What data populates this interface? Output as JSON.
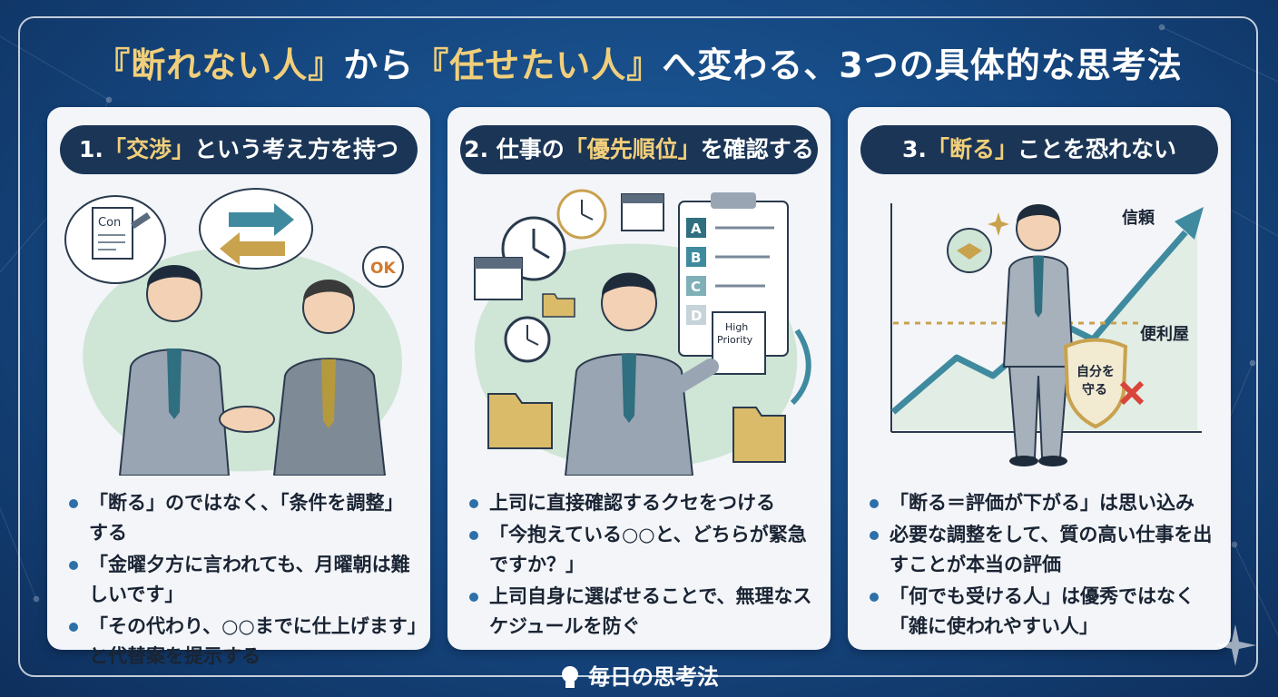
{
  "title": {
    "part1": "『断れない人』",
    "part2": "から",
    "part3": "『任せたい人』",
    "part4": "へ変わる、3つの具体的な思考法"
  },
  "panels": [
    {
      "heading_prefix": "1.",
      "heading_highlight": "「交渉」",
      "heading_suffix": "という考え方を持つ",
      "illustration": {
        "doc_label": "Con",
        "ok_label": "OK"
      },
      "bullets": [
        "「断る」のではなく、「条件を調整」する",
        "「金曜夕方に言われても、月曜朝は難しいです」",
        "「その代わり、○○までに仕上げます」と代替案を提示する"
      ]
    },
    {
      "heading_prefix": "2. 仕事の",
      "heading_highlight": "「優先順位」",
      "heading_suffix": "を確認する",
      "illustration": {
        "list_letters": [
          "A",
          "B",
          "C",
          "D"
        ],
        "note_line1": "High",
        "note_line2": "Priority"
      },
      "bullets": [
        "上司に直接確認するクセをつける",
        "「今抱えている○○と、どちらが緊急ですか？」",
        "上司自身に選ばせることで、無理なスケジュールを防ぐ"
      ]
    },
    {
      "heading_prefix": "3.",
      "heading_highlight": "「断る」",
      "heading_suffix": "ことを恐れない",
      "illustration": {
        "trust_label": "信頼",
        "handyman_label": "便利屋",
        "shield_line1": "自分を",
        "shield_line2": "守る"
      },
      "bullets": [
        "「断る＝評価が下がる」は思い込み",
        "必要な調整をして、質の高い仕事を出すことが本当の評価",
        "「何でも受ける人」は優秀ではなく「雑に使われやすい人」"
      ]
    }
  ],
  "footer": {
    "brand": "毎日の思考法"
  },
  "colors": {
    "background": "#15467f",
    "panel": "#f3f5f9",
    "pill": "#1b3556",
    "gold": "#f1cf7a",
    "bullet_dot": "#2d6fa8",
    "accent_green": "#cfe5d6",
    "arrow_teal": "#3f8a9f"
  }
}
